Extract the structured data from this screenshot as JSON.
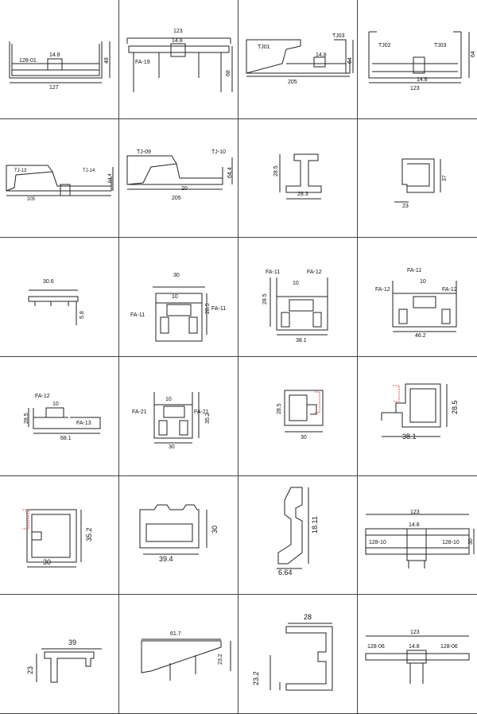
{
  "cells": [
    {
      "labels": [
        "128-01",
        "14.8",
        "48",
        "127"
      ]
    },
    {
      "labels": [
        "123",
        "14.8",
        "FA-19",
        "68"
      ]
    },
    {
      "labels": [
        "TJ01",
        "TJ03",
        "14.8",
        "64",
        "205"
      ]
    },
    {
      "labels": [
        "TJ02",
        "TJ03",
        "64",
        "14.8",
        "123"
      ]
    },
    {
      "labels": [
        "TJ-13",
        "TJ-14",
        "64.4",
        "205"
      ]
    },
    {
      "labels": [
        "TJ-09",
        "TJ-10",
        "64.4",
        "20",
        "205"
      ]
    },
    {
      "labels": [
        "28.5",
        "28.3"
      ]
    },
    {
      "labels": [
        "37",
        "23"
      ]
    },
    {
      "labels": [
        "30.6",
        "5.8"
      ]
    },
    {
      "labels": [
        "30",
        "10",
        "FA-11",
        "28.5",
        "FA-11"
      ]
    },
    {
      "labels": [
        "FA-11",
        "FA-12",
        "10",
        "28.5",
        "38.1"
      ]
    },
    {
      "labels": [
        "FA-11",
        "10",
        "FA-12",
        "FA-12",
        "46.2"
      ]
    },
    {
      "labels": [
        "FA-12",
        "10",
        "28.5",
        "FA-13",
        "68.1"
      ]
    },
    {
      "labels": [
        "FA-21",
        "10",
        "FA-21",
        "35.2",
        "30"
      ]
    },
    {
      "labels": [
        "28.5",
        "30"
      ]
    },
    {
      "labels": [
        "28.5",
        "38.1"
      ]
    },
    {
      "labels": [
        "35.2",
        "30"
      ]
    },
    {
      "labels": [
        "30",
        "39.4"
      ]
    },
    {
      "labels": [
        "18.11",
        "6.64"
      ]
    },
    {
      "labels": [
        "123",
        "14.8",
        "128-10",
        "128-10",
        "30"
      ]
    },
    {
      "labels": [
        "39",
        "23"
      ]
    },
    {
      "labels": [
        "61.7",
        "23.2"
      ]
    },
    {
      "labels": [
        "28",
        "23.2"
      ]
    },
    {
      "labels": [
        "123",
        "128-06",
        "14.8",
        "128-06"
      ]
    }
  ]
}
